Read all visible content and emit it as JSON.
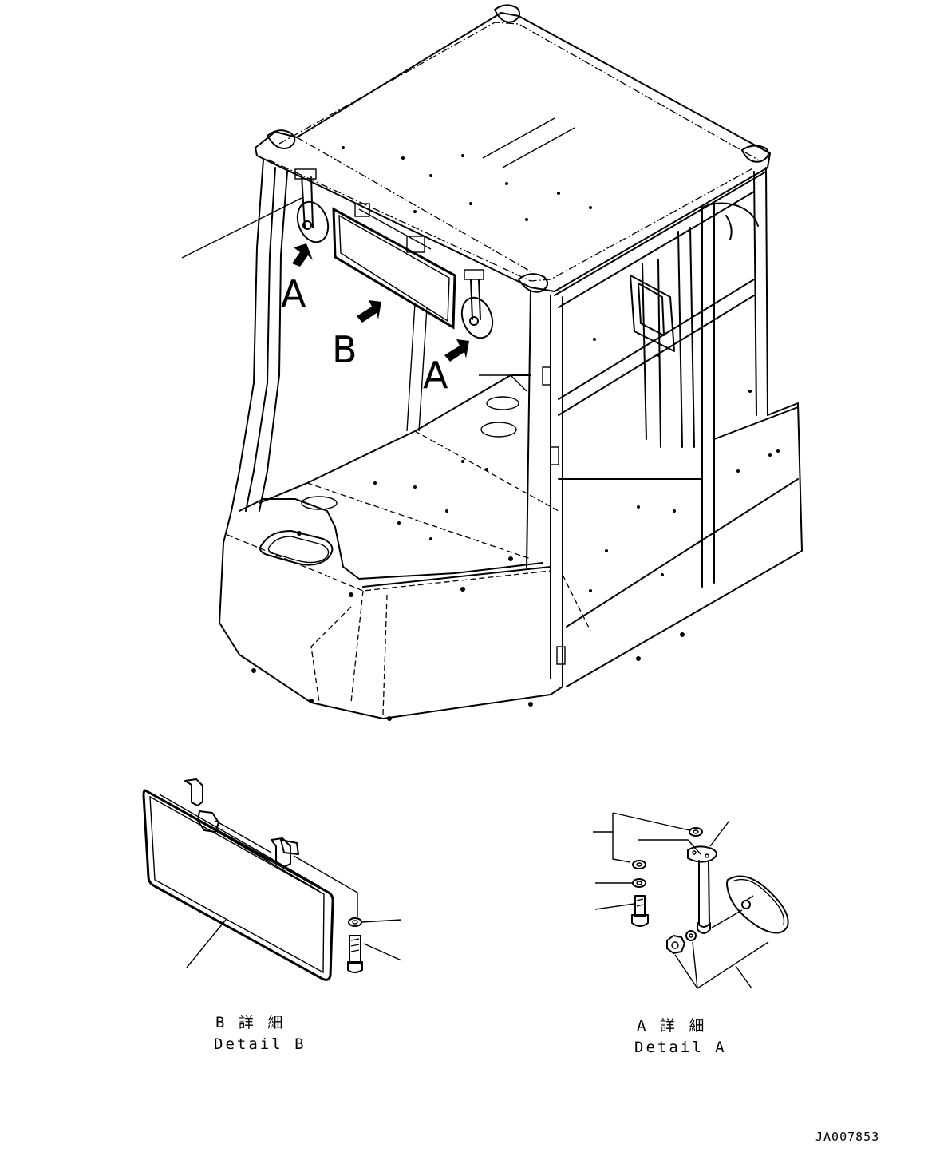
{
  "callouts": {
    "view_a_left": "A",
    "view_b": "B",
    "view_a_right": "A"
  },
  "detail_b": {
    "jp": "B 詳 細",
    "en": "Detail B"
  },
  "detail_a": {
    "jp": "A 詳 細",
    "en": "Detail A"
  },
  "drawing_code": "JA007853"
}
